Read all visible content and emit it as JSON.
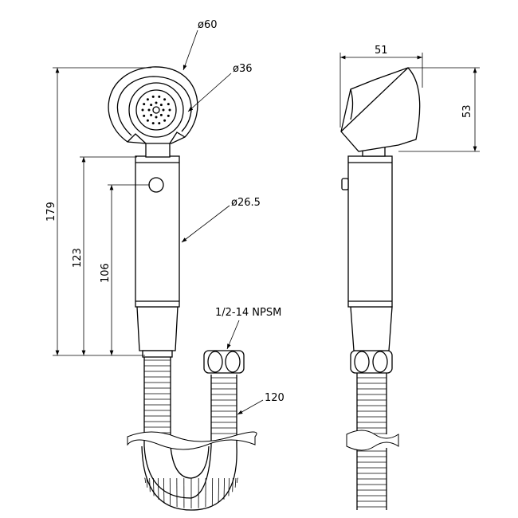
{
  "labels": {
    "head_diameter": "ø60",
    "spray_diameter": "ø36",
    "handle_diameter": "ø26.5",
    "total_length": "179",
    "handle_length": "123",
    "button_height": "106",
    "thread": "1/2-14 NPSM",
    "hose": "120",
    "head_width": "51",
    "head_height": "53"
  }
}
